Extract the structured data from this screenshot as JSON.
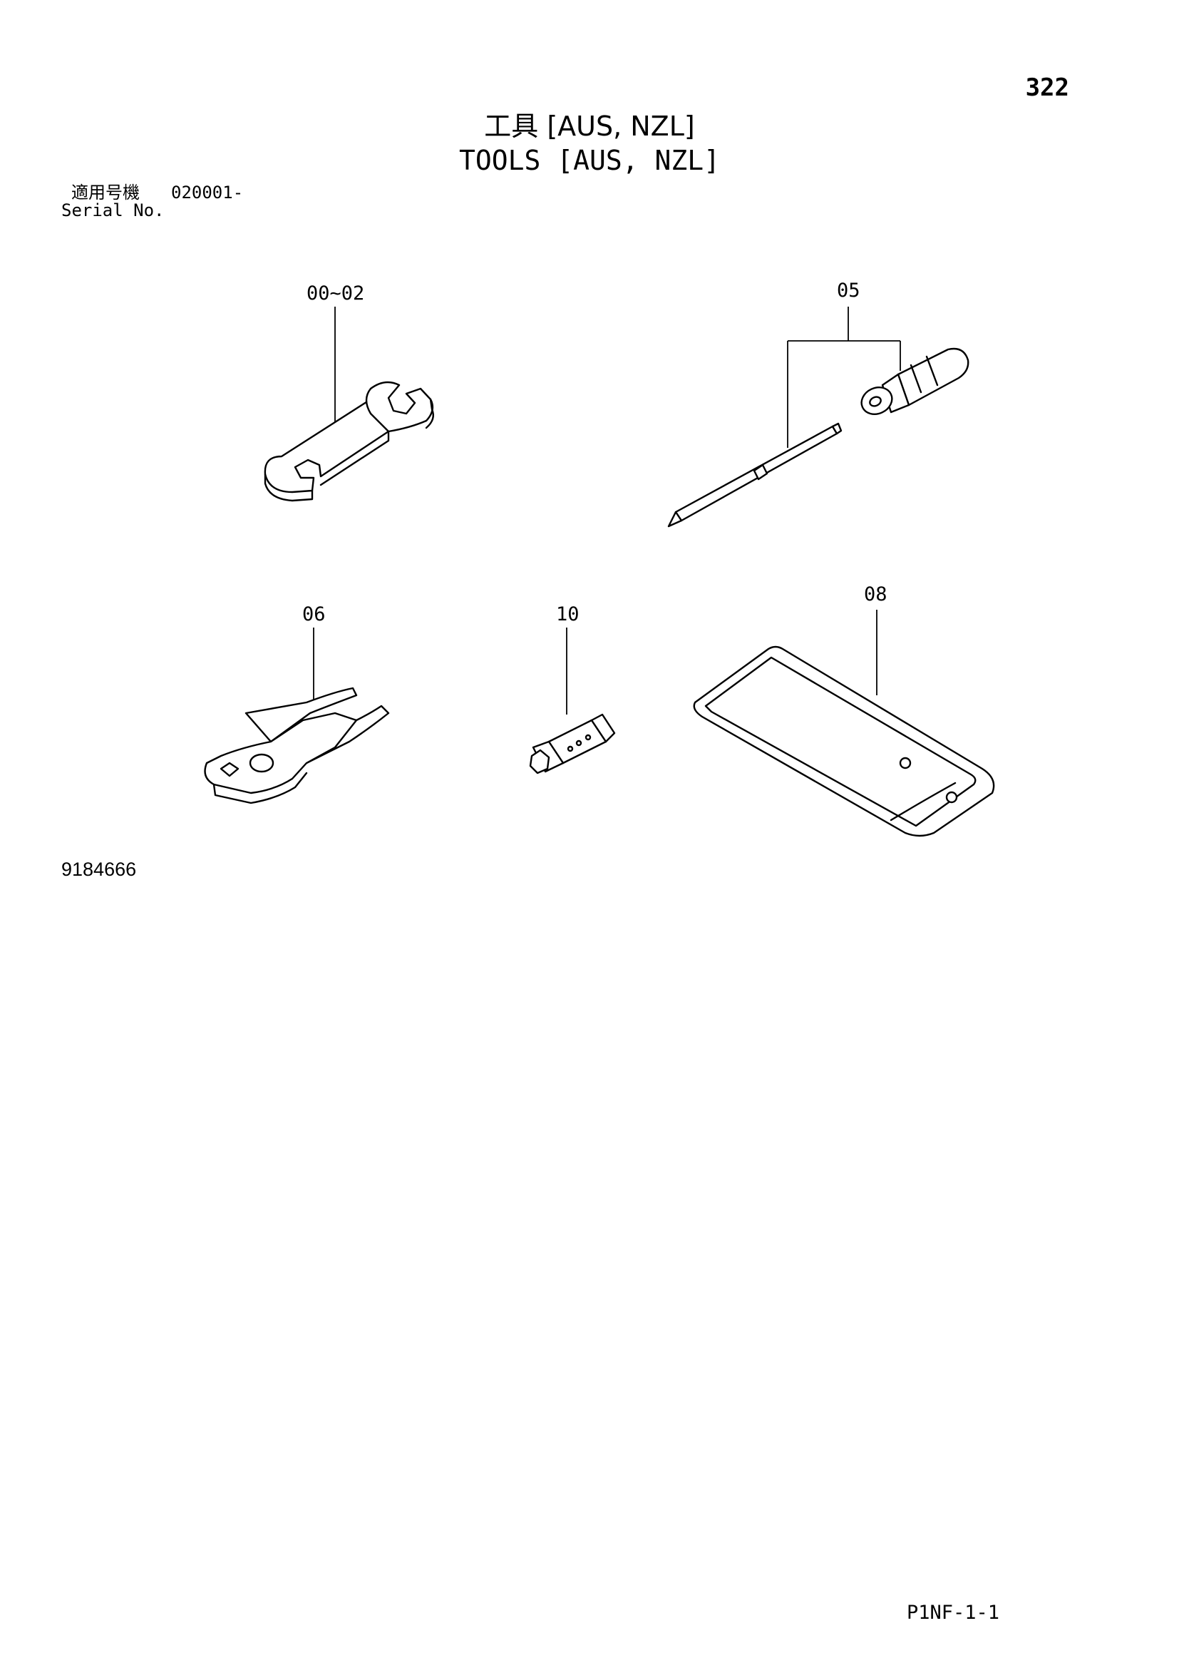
{
  "header": {
    "page_number": "322",
    "title_jp": "工具 [AUS, NZL]",
    "title_en": "TOOLS [AUS, NZL]",
    "serial_label_jp": "適用号機",
    "serial_value": "020001-",
    "serial_label_en": "Serial No."
  },
  "parts": [
    {
      "callout": "00~02",
      "icon": "wrench-icon"
    },
    {
      "callout": "05",
      "icon": "screwdriver-icon"
    },
    {
      "callout": "06",
      "icon": "pliers-icon"
    },
    {
      "callout": "10",
      "icon": "socket-adapter-icon"
    },
    {
      "callout": "08",
      "icon": "tool-bag-icon"
    }
  ],
  "drawing_number": "9184666",
  "footer_code": "P1NF-1-1"
}
